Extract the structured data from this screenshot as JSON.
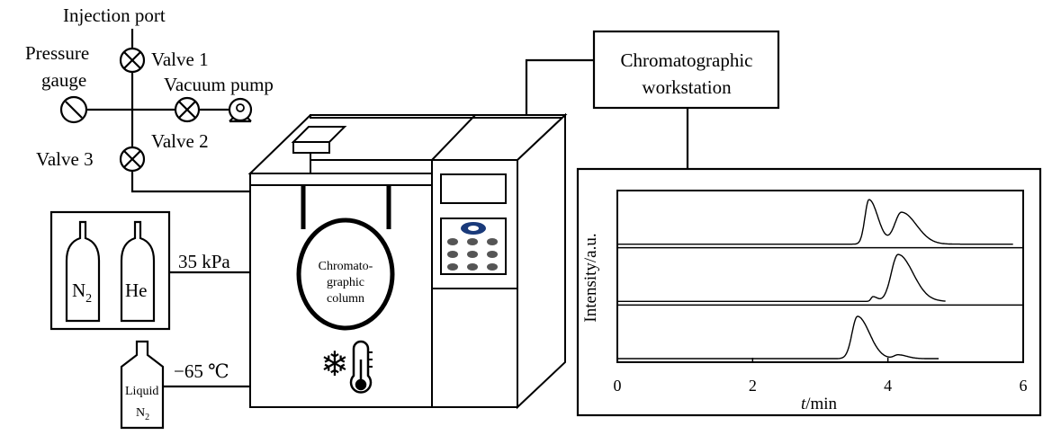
{
  "labels": {
    "injection_port": "Injection port",
    "pressure": "Pressure",
    "gauge": "gauge",
    "valve1": "Valve 1",
    "valve2": "Valve 2",
    "valve3": "Valve 3",
    "vacuum_pump": "Vacuum pump",
    "workstation_line1": "Chromatographic",
    "workstation_line2": "workstation",
    "column_line1": "Chromato-",
    "column_line2": "graphic",
    "column_line3": "column",
    "pressure_value": "35 kPa",
    "temperature_value": "−65 ℃",
    "n2_symbol": "N",
    "n2_sub": "2",
    "he_symbol": "He",
    "liquid_line1": "Liquid",
    "liquid_line2": "N",
    "liquid_sub": "2"
  },
  "icons": {
    "snowflake": "❄"
  },
  "chart_data": {
    "type": "line",
    "ylabel": "Intensity/a.u.",
    "xlabel_var": "t",
    "xlabel_unit": "/min",
    "xlim": [
      0,
      6
    ],
    "xticks": [
      0,
      2,
      4,
      6
    ],
    "grid": false,
    "series": [
      {
        "baseline_x": [
          0,
          5.85
        ],
        "peaks": [
          {
            "x": 3.72,
            "height": 0.95,
            "width": 0.06
          },
          {
            "x": 4.2,
            "height": 0.68,
            "width": 0.1
          }
        ]
      },
      {
        "baseline_x": [
          0,
          4.85
        ],
        "peaks": [
          {
            "x": 3.78,
            "height": 0.1,
            "width": 0.03
          },
          {
            "x": 4.15,
            "height": 1.0,
            "width": 0.1
          }
        ]
      },
      {
        "baseline_x": [
          0,
          4.75
        ],
        "peaks": [
          {
            "x": 3.55,
            "height": 0.9,
            "width": 0.08
          },
          {
            "x": 4.15,
            "height": 0.08,
            "width": 0.06
          }
        ]
      }
    ]
  }
}
